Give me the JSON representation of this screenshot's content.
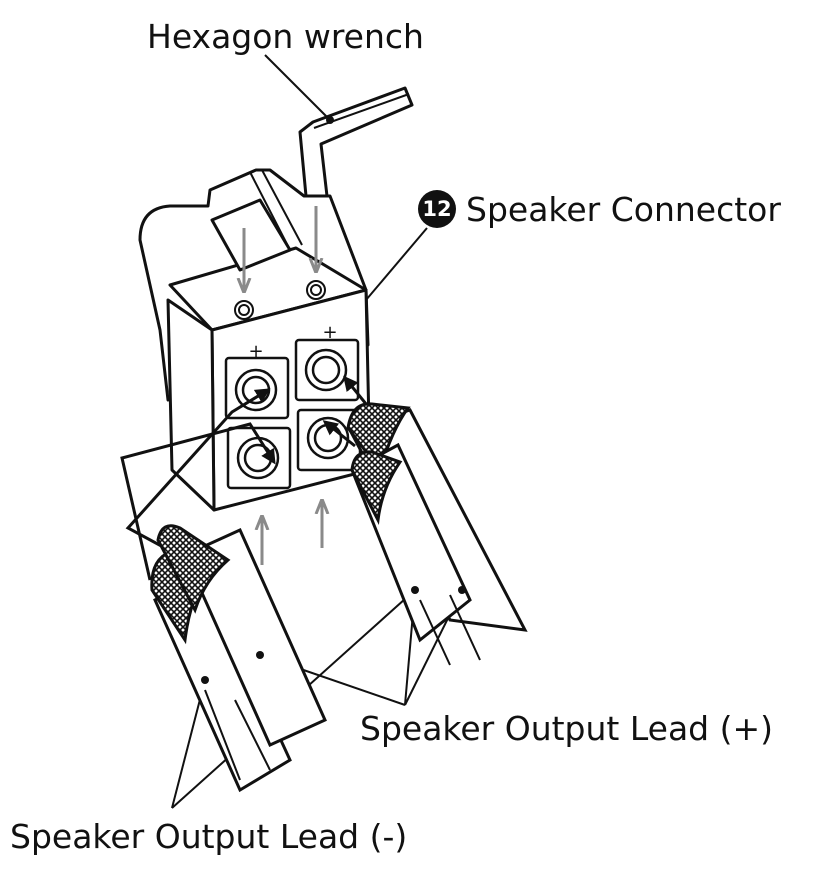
{
  "labels": {
    "hexagon_wrench": "Hexagon wrench",
    "connector_number": "12",
    "speaker_connector": "Speaker Connector",
    "lead_plus": "Speaker Output Lead (+)",
    "lead_minus": "Speaker Output Lead (-)"
  },
  "terminal_marks": {
    "plus": "+"
  },
  "colors": {
    "line": "#111111",
    "arrow_gray": "#8a8a8a",
    "background": "#ffffff"
  }
}
